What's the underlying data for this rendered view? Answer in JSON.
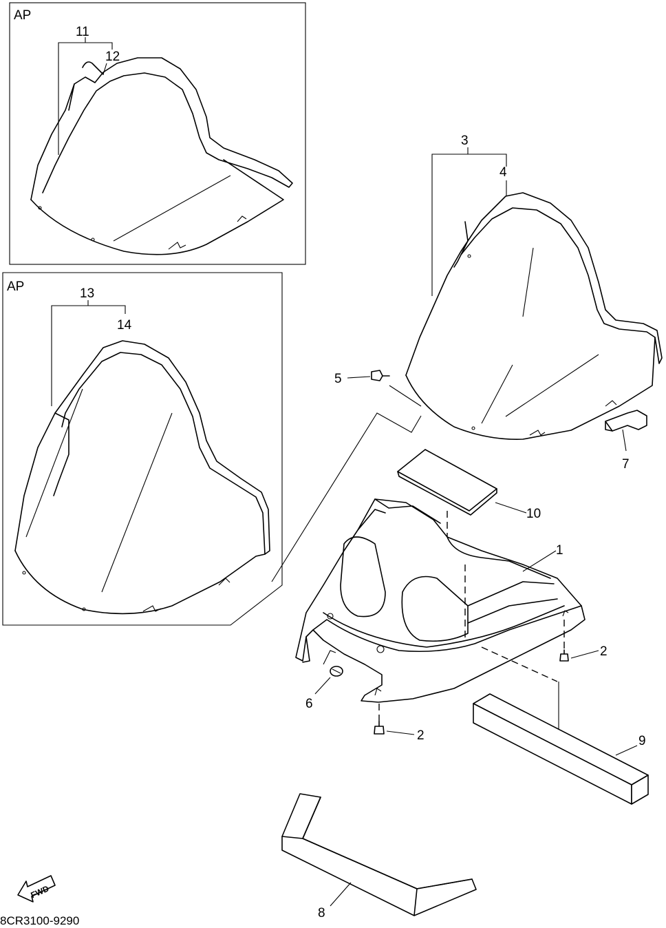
{
  "diagram_code": "8CR3100-9290",
  "fwd_label": "FWD",
  "inset_labels": [
    "AP",
    "AP"
  ],
  "callouts": {
    "c1": "1",
    "c2a": "2",
    "c2b": "2",
    "c3": "3",
    "c4": "4",
    "c5": "5",
    "c6": "6",
    "c7": "7",
    "c8": "8",
    "c9": "9",
    "c10": "10",
    "c11": "11",
    "c12": "12",
    "c13": "13",
    "c14": "14"
  }
}
